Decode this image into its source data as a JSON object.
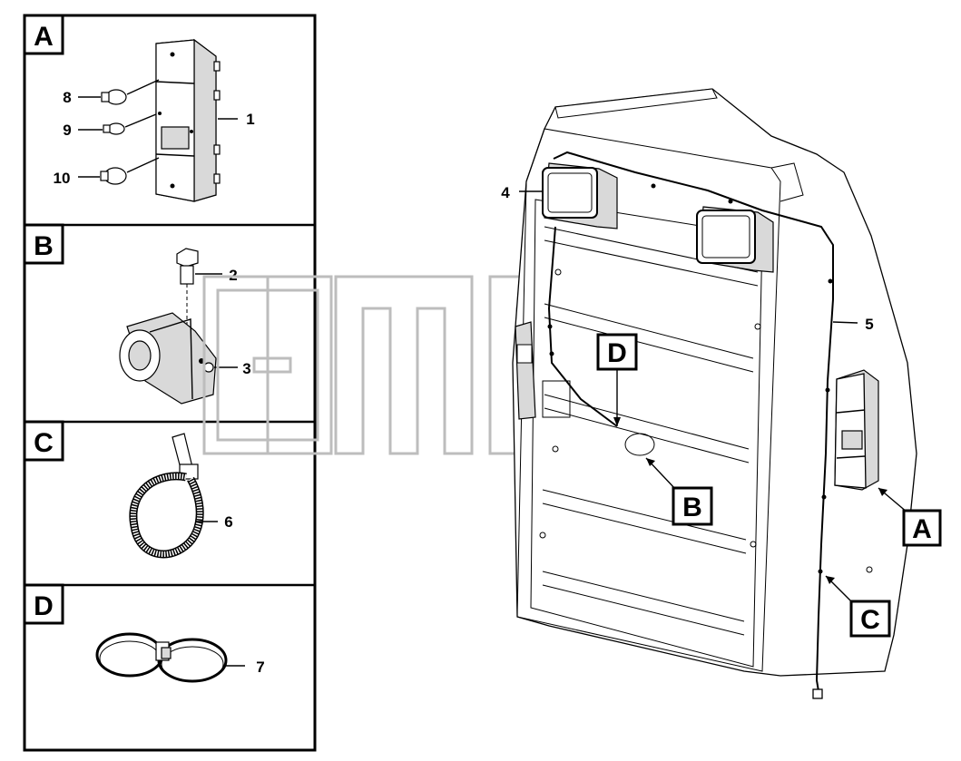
{
  "panels": [
    {
      "letter": "A",
      "parts": [
        "8",
        "9",
        "10",
        "1"
      ]
    },
    {
      "letter": "B",
      "parts": [
        "2",
        "3"
      ]
    },
    {
      "letter": "C",
      "parts": [
        "6"
      ]
    },
    {
      "letter": "D",
      "parts": [
        "7"
      ]
    }
  ],
  "callouts": {
    "main": [
      "4",
      "5"
    ],
    "letters": [
      "D",
      "B",
      "A",
      "C"
    ]
  },
  "watermark": {
    "tm": "TM"
  }
}
